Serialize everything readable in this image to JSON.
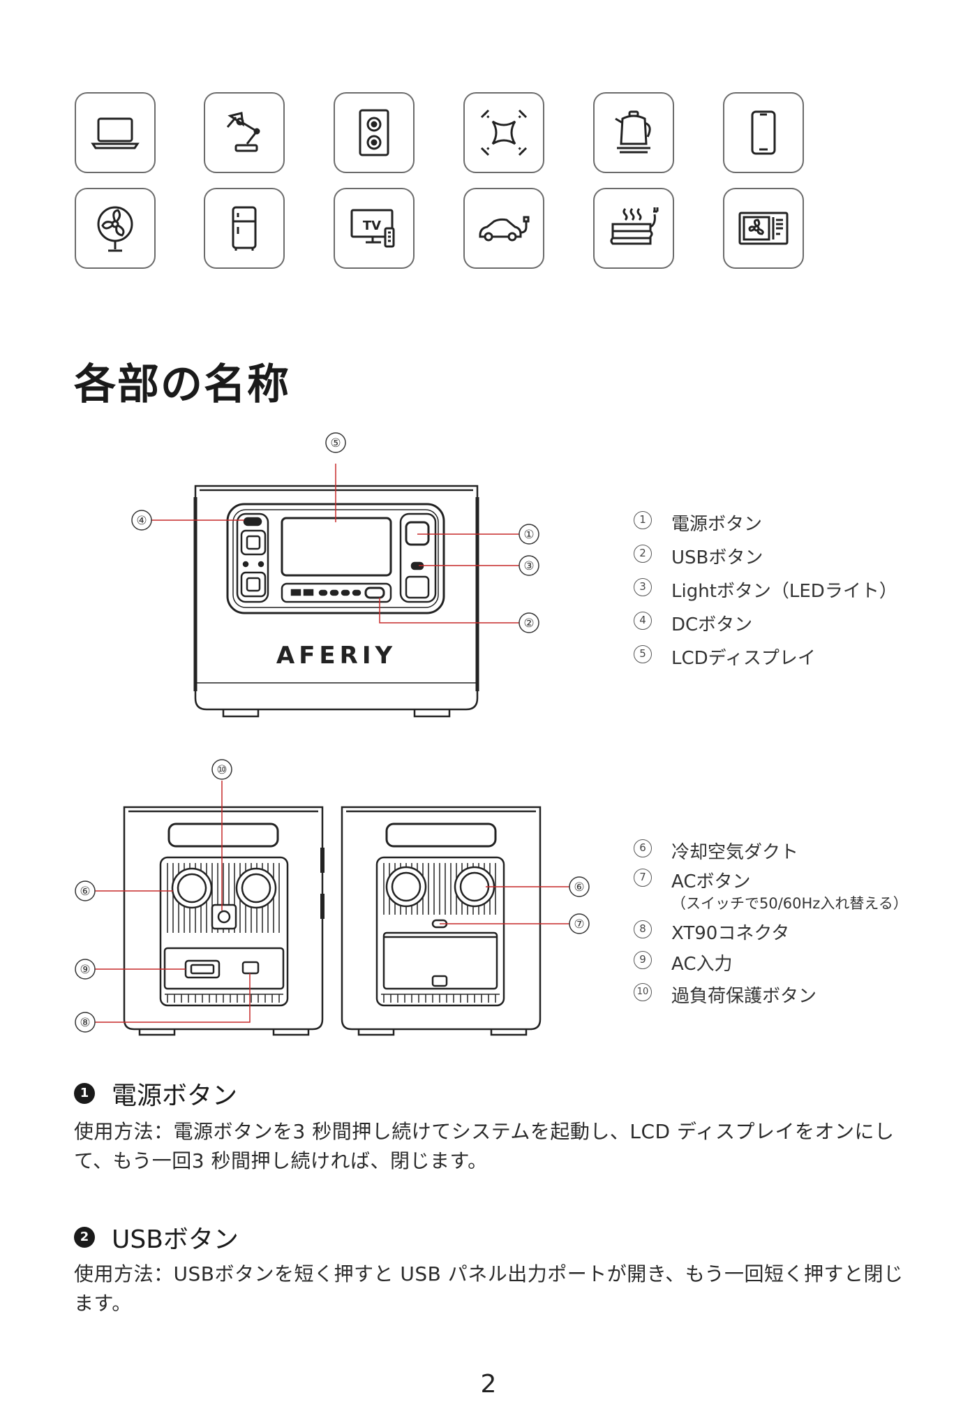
{
  "icons": [
    {
      "name": "laptop-icon"
    },
    {
      "name": "desk-lamp-icon"
    },
    {
      "name": "speaker-icon"
    },
    {
      "name": "drone-icon"
    },
    {
      "name": "kettle-icon"
    },
    {
      "name": "smartphone-icon"
    },
    {
      "name": "fan-icon"
    },
    {
      "name": "refrigerator-icon"
    },
    {
      "name": "tv-icon"
    },
    {
      "name": "electric-car-icon"
    },
    {
      "name": "electric-blanket-icon"
    },
    {
      "name": "air-conditioner-icon"
    }
  ],
  "tv_icon_text": "TV",
  "section_title": "各部の名称",
  "brand": "AFERIY",
  "callouts": [
    "①",
    "②",
    "③",
    "④",
    "⑤",
    "⑥",
    "⑦",
    "⑧",
    "⑨",
    "⑩"
  ],
  "legend_front": [
    {
      "num": "1",
      "label": "電源ボタン"
    },
    {
      "num": "2",
      "label": "USBボタン"
    },
    {
      "num": "3",
      "label": "Lightボタン（LEDライト）"
    },
    {
      "num": "4",
      "label": "DCボタン"
    },
    {
      "num": "5",
      "label": "LCDディスプレイ"
    }
  ],
  "legend_back": [
    {
      "num": "6",
      "label": "冷却空気ダクト"
    },
    {
      "num": "7",
      "label": "ACボタン",
      "sub": "（スイッチで50/60Hz入れ替える）"
    },
    {
      "num": "8",
      "label": "XT90コネクタ"
    },
    {
      "num": "9",
      "label": "AC入力"
    },
    {
      "num": "10",
      "label": "過負荷保護ボタン"
    }
  ],
  "features": [
    {
      "badge": "1",
      "title": "電源ボタン",
      "body": "使用方法：電源ボタンを3 秒間押し続けてシステムを起動し、LCD ディスプレイをオンにして、もう一回3 秒間押し続ければ、閉じます。"
    },
    {
      "badge": "2",
      "title": "USBボタン",
      "body": "使用方法：USBボタンを短く押すと USB パネル出力ポートが開き、もう一回短く押すと閉じます。"
    }
  ],
  "page_number": "2"
}
